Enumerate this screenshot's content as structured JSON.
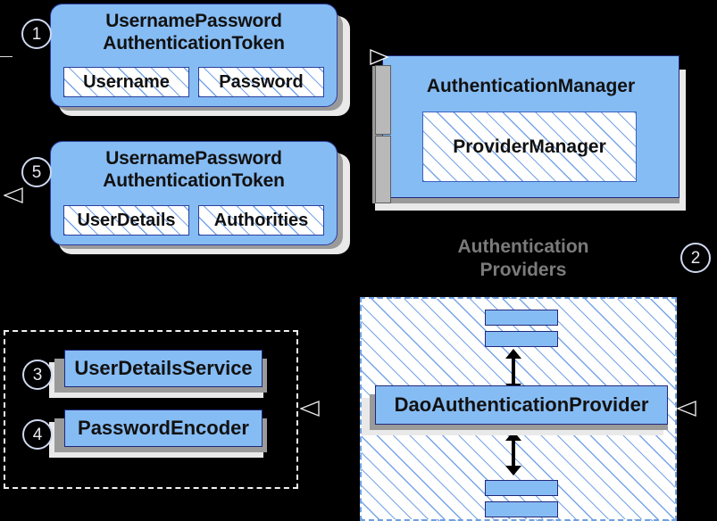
{
  "diagram": {
    "title": "Spring Security authentication flow",
    "colors": {
      "box_fill": "#86bcf4",
      "box_border": "#20287a",
      "hatch_line": "#6ea0e6",
      "shadow_near": "#9a9a9a",
      "shadow_far": "#e9e9e9",
      "background": "#000000",
      "label_text": "#7b7b7b",
      "marker": "#ffffff"
    }
  },
  "steps": {
    "one": "1",
    "two": "2",
    "three": "3",
    "four": "4",
    "five": "5"
  },
  "token_request": {
    "title_line1": "UsernamePassword",
    "title_line2": "AuthenticationToken",
    "slot1": "Username",
    "slot2": "Password"
  },
  "token_result": {
    "title_line1": "UsernamePassword",
    "title_line2": "AuthenticationToken",
    "slot1": "UserDetails",
    "slot2": "Authorities"
  },
  "authentication_manager": {
    "name": "AuthenticationManager",
    "inner": "ProviderManager"
  },
  "providers_group": {
    "label_line1": "Authentication",
    "label_line2": "Providers",
    "main_provider": "DaoAuthenticationProvider",
    "placeholder_count": 4
  },
  "services_group": {
    "user_details_service": "UserDetailsService",
    "password_encoder": "PasswordEncoder"
  },
  "icons": {
    "realization_arrow": "hollow-triangle-arrowhead",
    "association_arrow": "double-headed-arrow"
  }
}
